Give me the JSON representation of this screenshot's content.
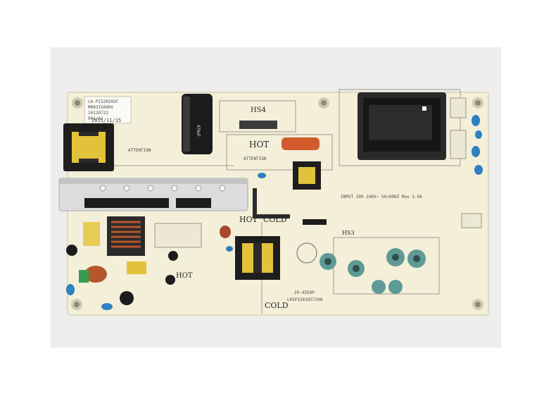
{
  "photo": {
    "subject": "power-supply-board",
    "colors": {
      "background": "#ededeb",
      "pcb": "#f3efd9",
      "silkscreen": "#4a4a44",
      "heatsink": "#dcdcdc",
      "transformer_core": "#1e1e1e",
      "coil": "#e2c23a",
      "capacitor_teal": "#5f9a96",
      "capacitor_black": "#1c1c1c",
      "film_cap_orange": "#d35a2c",
      "y_cap_blue": "#2f7fc1"
    },
    "labels": {
      "sticker_line1": "LK-PI320202C",
      "sticker_line2": "M00315600V",
      "sticker_line3": "20120722",
      "sticker_line4": "001/A2",
      "date_code": "2011/11/15",
      "hs4": "HS4",
      "hot_top": "HOT",
      "hot_mid": "HOT",
      "hot_left": "HOT",
      "cold_mid": "COLD",
      "cold_bottom": "COLD",
      "hs3": "HS3",
      "attention_left": "ATTENTION",
      "attention_right": "ATTENTION",
      "input_spec": "INPUT 100-240V~ 50/60HZ Max 3.0A",
      "model_code": "20-45S0P",
      "board_code": "LK5P1501057206"
    }
  }
}
